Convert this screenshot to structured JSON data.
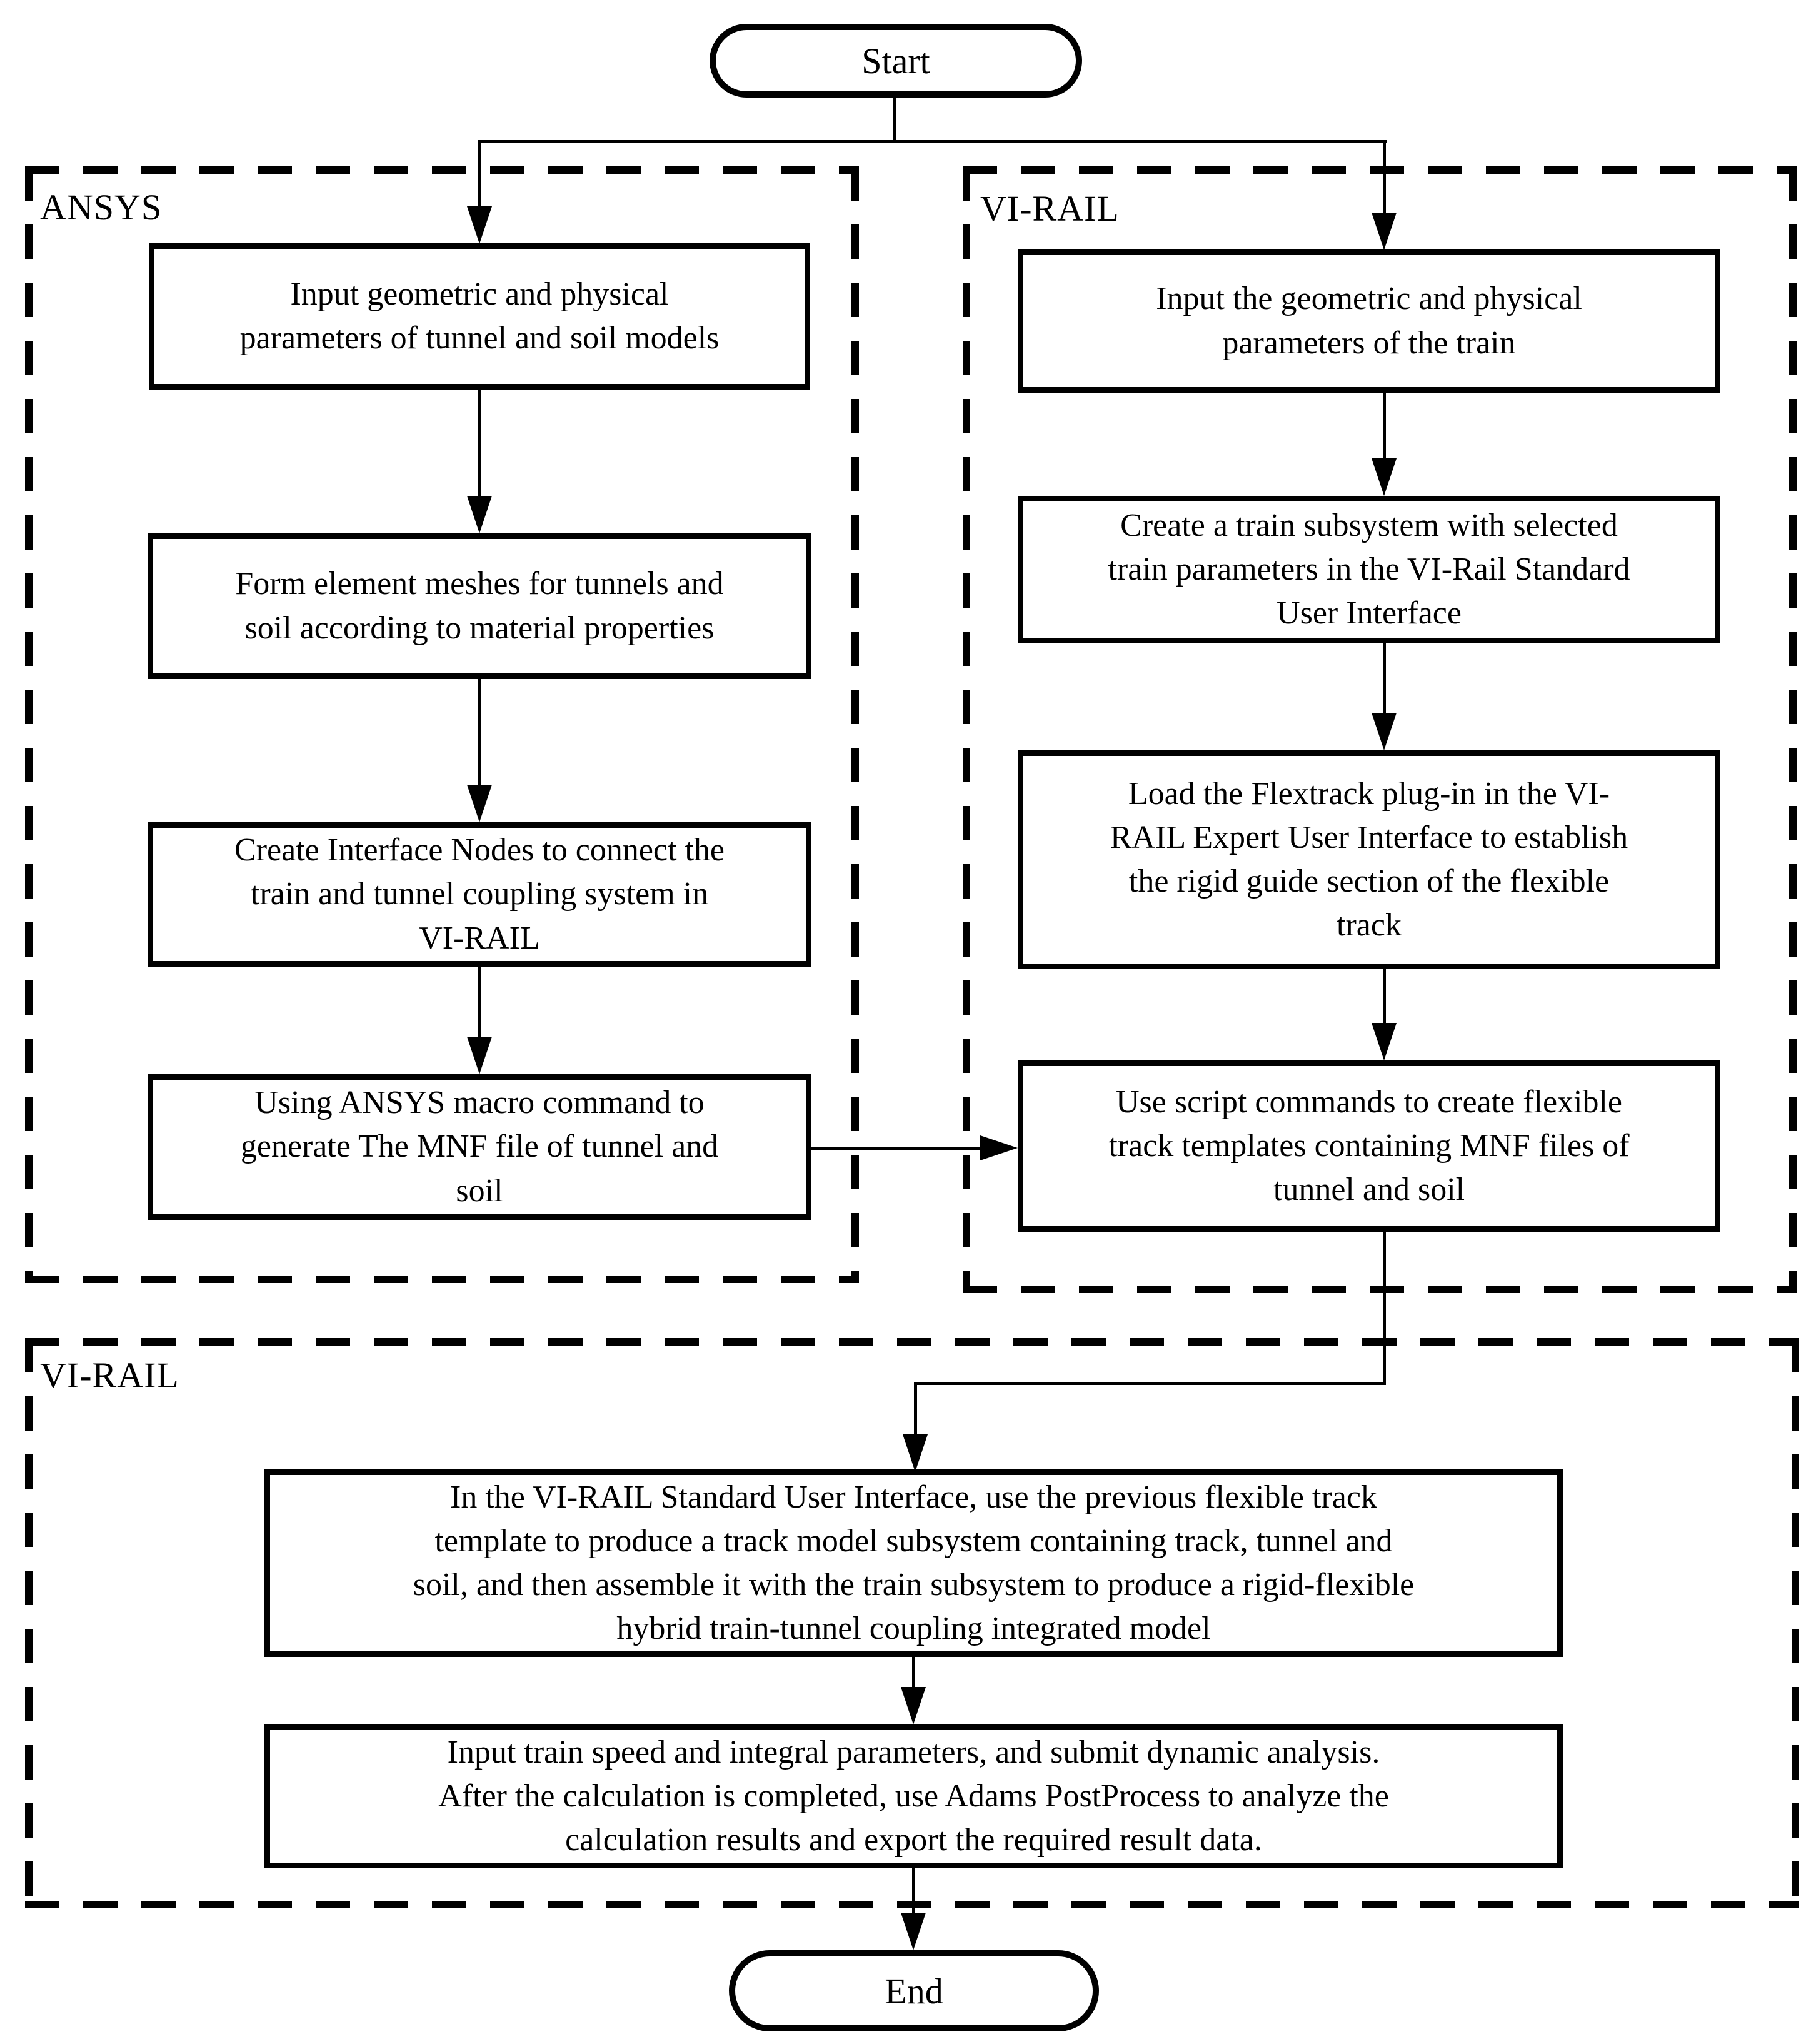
{
  "terminals": {
    "start": "Start",
    "end": "End"
  },
  "containers": {
    "ansys": {
      "label": "ANSYS"
    },
    "virail_upper": {
      "label": "VI-RAIL"
    },
    "virail_lower": {
      "label": "VI-RAIL"
    }
  },
  "ansys_steps": [
    "Input geometric and physical\nparameters of tunnel and soil models",
    "Form element meshes for tunnels and\nsoil according to material properties",
    "Create Interface Nodes to connect the\ntrain and tunnel coupling system in\nVI-RAIL",
    "Using ANSYS macro command to\ngenerate The MNF file of tunnel and\nsoil"
  ],
  "virail_upper_steps": [
    "Input the geometric and physical\nparameters of the train",
    "Create a train subsystem with selected\ntrain parameters in the VI-Rail Standard\nUser Interface",
    "Load the Flextrack plug-in in the VI-\nRAIL Expert User Interface to establish\nthe rigid guide section of the flexible\ntrack",
    "Use script commands to create flexible\ntrack templates containing  MNF files of\ntunnel and soil"
  ],
  "virail_lower_steps": [
    "In the VI-RAIL Standard User Interface, use the previous flexible track\ntemplate to produce a track model subsystem containing track, tunnel and\nsoil, and then assemble it with the train subsystem to produce a rigid-flexible\nhybrid train-tunnel coupling integrated model",
    "Input train speed and integral parameters, and submit dynamic analysis.\nAfter the calculation is completed, use Adams PostProcess to analyze the\ncalculation results and export the required result data."
  ],
  "colors": {
    "stroke": "#000000",
    "background": "#ffffff"
  }
}
